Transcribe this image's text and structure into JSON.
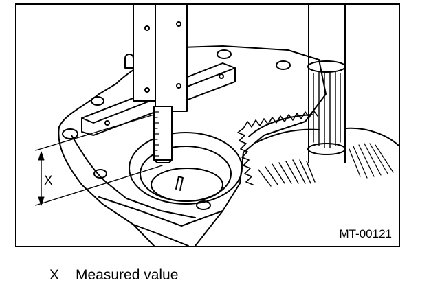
{
  "figure": {
    "dimension_label": "X",
    "figure_id": "MT-00121"
  },
  "legend": {
    "items": [
      {
        "key": "X",
        "text": "Measured value"
      }
    ]
  }
}
